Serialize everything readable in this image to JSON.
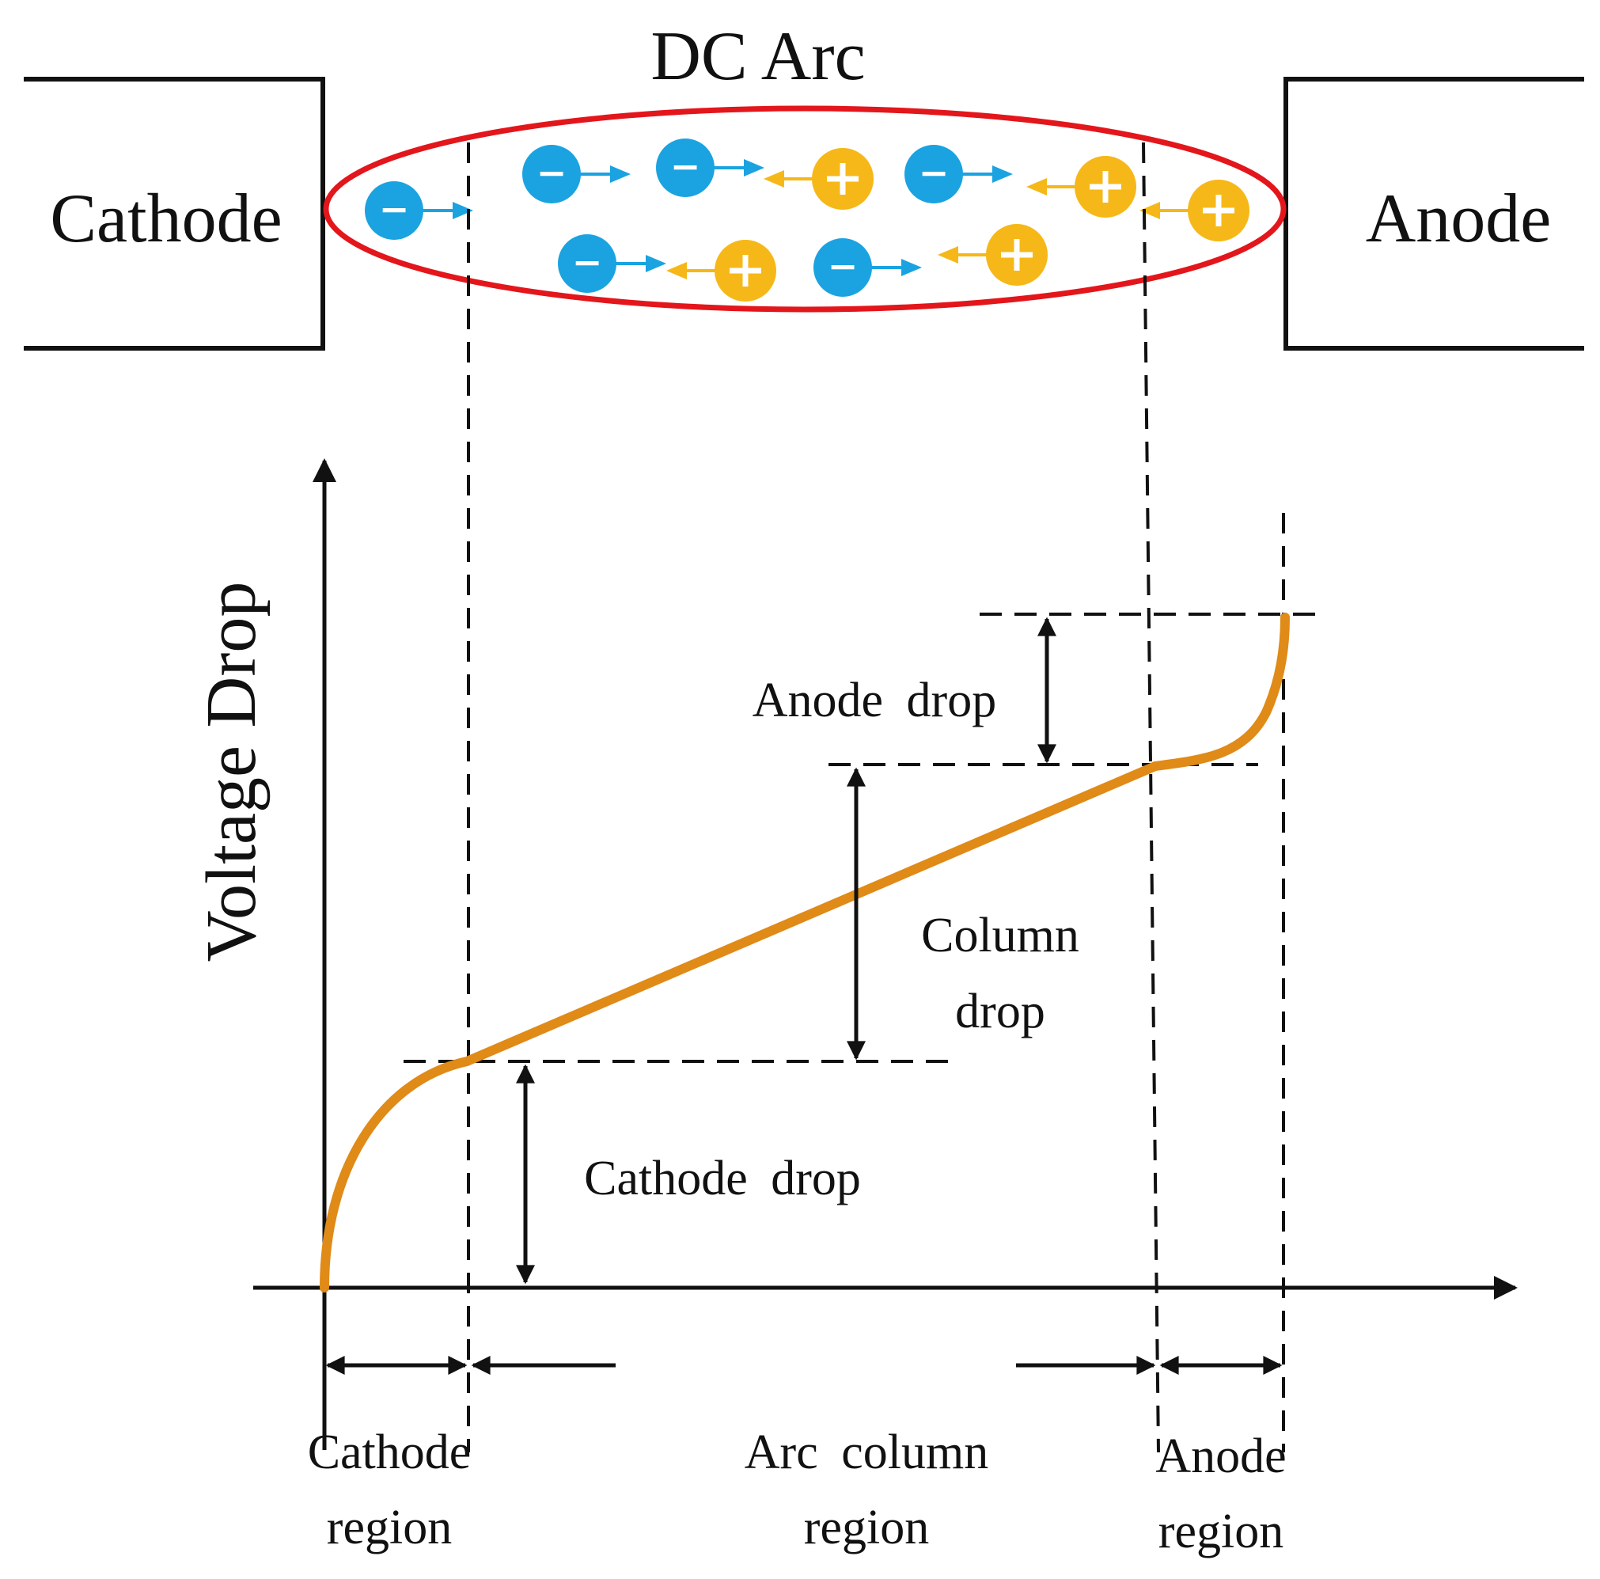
{
  "title": "DC Arc",
  "electrodes": {
    "cathode": "Cathode",
    "anode": "Anode"
  },
  "axis": {
    "ylabel": "Voltage Drop"
  },
  "annotations": {
    "anode_drop": "Anode drop",
    "column_drop_1": "Column",
    "column_drop_2": "drop",
    "cathode_drop": "Cathode drop"
  },
  "regions": {
    "cathode_1": "Cathode",
    "cathode_2": "region",
    "arc_1": "Arc column",
    "arc_2": "region",
    "anode_1": "Anode",
    "anode_2": "region"
  },
  "particles": {
    "negative_symbol": "−",
    "positive_symbol": "+"
  },
  "colors": {
    "electron": "#1aa3e0",
    "ion": "#f6b818",
    "arc_outline": "#e3161b",
    "curve": "#e08a17",
    "line": "#111111"
  }
}
